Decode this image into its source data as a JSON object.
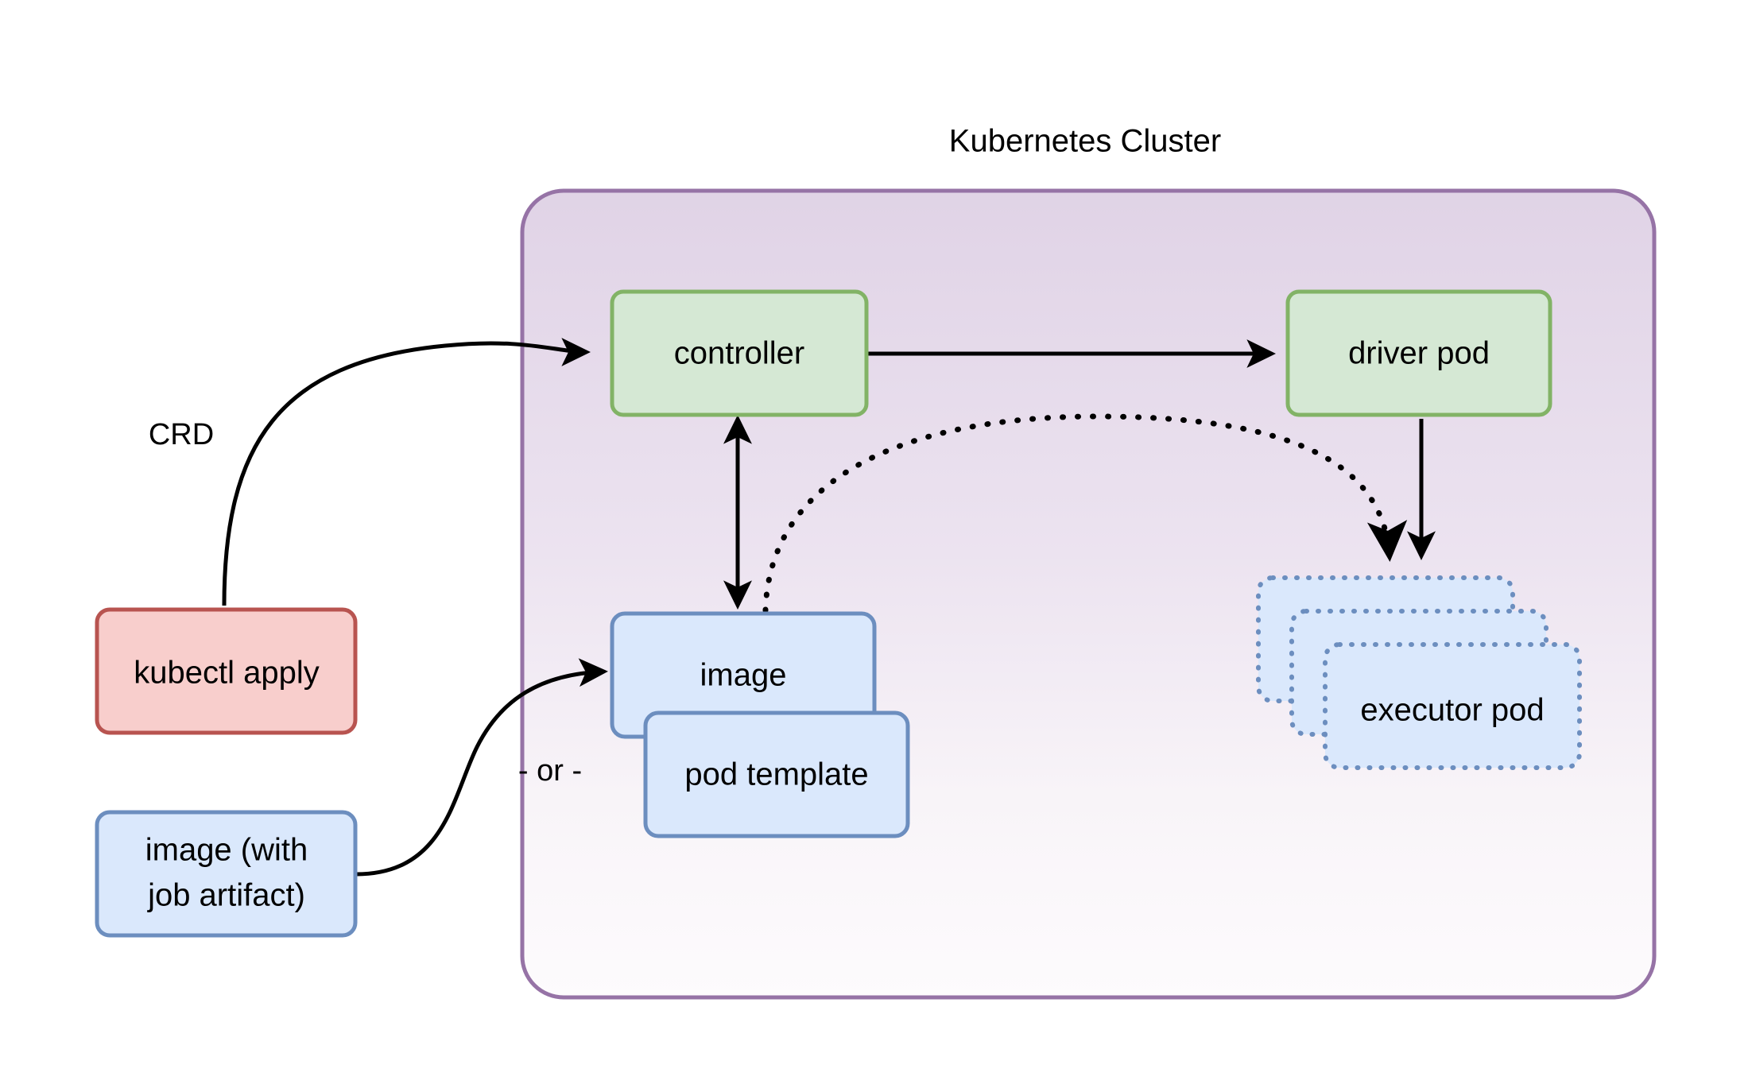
{
  "diagram": {
    "title": "Kubernetes Cluster",
    "colors": {
      "cluster_border": "#9673a6",
      "cluster_fill_top": "#e1d5e7",
      "cluster_fill_bottom": "#fdfbfd",
      "green_fill": "#d5e8d4",
      "green_border": "#82b366",
      "blue_fill": "#dae8fc",
      "blue_border": "#6c8ebf",
      "red_fill": "#f8cecc",
      "red_border": "#b85450",
      "edge_stroke": "#000000"
    },
    "cluster": {
      "label": "Kubernetes Cluster"
    },
    "nodes": {
      "kubectl_apply": {
        "label": "kubectl apply",
        "shape": "rounded-rect",
        "style": "red"
      },
      "image_with_job_artifact": {
        "label_line1": "image (with",
        "label_line2": "job artifact)",
        "shape": "rounded-rect",
        "style": "blue"
      },
      "controller": {
        "label": "controller",
        "shape": "rounded-rect",
        "style": "green"
      },
      "driver_pod": {
        "label": "driver pod",
        "shape": "rounded-rect",
        "style": "green"
      },
      "image": {
        "label": "image",
        "shape": "rounded-rect",
        "style": "blue"
      },
      "pod_template": {
        "label": "pod template",
        "shape": "rounded-rect",
        "style": "blue"
      },
      "executor_pod_back": {
        "label": "executor pod",
        "shape": "rounded-rect-dotted",
        "style": "blue-dotted"
      },
      "executor_pod_middle": {
        "label": "executor pod",
        "shape": "rounded-rect-dotted",
        "style": "blue-dotted"
      },
      "executor_pod_front": {
        "label": "executor pod",
        "shape": "rounded-rect-dotted",
        "style": "blue-dotted"
      }
    },
    "edges": [
      {
        "id": "crd",
        "from": "kubectl_apply",
        "to": "controller",
        "label": "CRD",
        "style": "solid",
        "arrow": "end"
      },
      {
        "id": "controller-to-driver",
        "from": "controller",
        "to": "driver_pod",
        "label": "",
        "style": "solid",
        "arrow": "end"
      },
      {
        "id": "controller-image",
        "from": "controller",
        "to": "image",
        "label": "",
        "style": "solid",
        "arrow": "both"
      },
      {
        "id": "driver-to-executors",
        "from": "driver_pod",
        "to": "executor_pod_front",
        "label": "",
        "style": "solid",
        "arrow": "end"
      },
      {
        "id": "image-to-executors",
        "from": "image",
        "to": "executor_pod_front",
        "label": "",
        "style": "dotted",
        "arrow": "end"
      },
      {
        "id": "artifact-to-image",
        "from": "image_with_job_artifact",
        "to": "image",
        "label": "- or -",
        "style": "solid",
        "arrow": "end"
      }
    ],
    "labels": {
      "crd": "CRD",
      "or": "- or -"
    }
  }
}
